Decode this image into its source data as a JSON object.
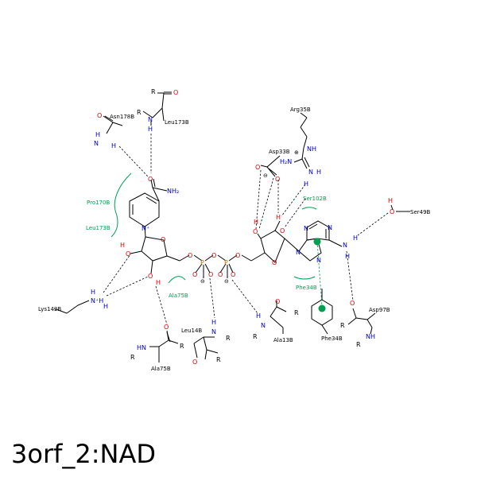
{
  "title": "3orf_2:NAD",
  "colors": {
    "carbon": "#000000",
    "oxygen": "#e00000",
    "nitrogen": "#0000c0",
    "phosphorus": "#d07000",
    "interaction": "#00a050"
  },
  "residues": {
    "asn178": "Asn178B",
    "leu173_top": "Leu173B",
    "arg35": "Arg35B",
    "asp33": "Asp33B",
    "ser102": "Ser102B",
    "pro170": "Pro170B",
    "leu173_side": "Leu173B",
    "ser49": "Ser49B",
    "lys142": "Lys142B",
    "ala75_hyd": "Ala75B",
    "ala75": "Ala75B",
    "leu14": "Leu14B",
    "ala13": "Ala13B",
    "phe34_label": "Phe34B",
    "phe34": "Phe34B",
    "asp97": "Asp97B"
  },
  "atoms": {
    "o": "O",
    "n": "N",
    "h": "H",
    "p": "P",
    "r": "R",
    "nh2": "NH₂",
    "h2n": "H₂N",
    "nh": "NH",
    "hn": "HN",
    "n_plus": "N⁺",
    "nh3": "N⁺H",
    "minus": "⊖",
    "plus": "⊕"
  }
}
